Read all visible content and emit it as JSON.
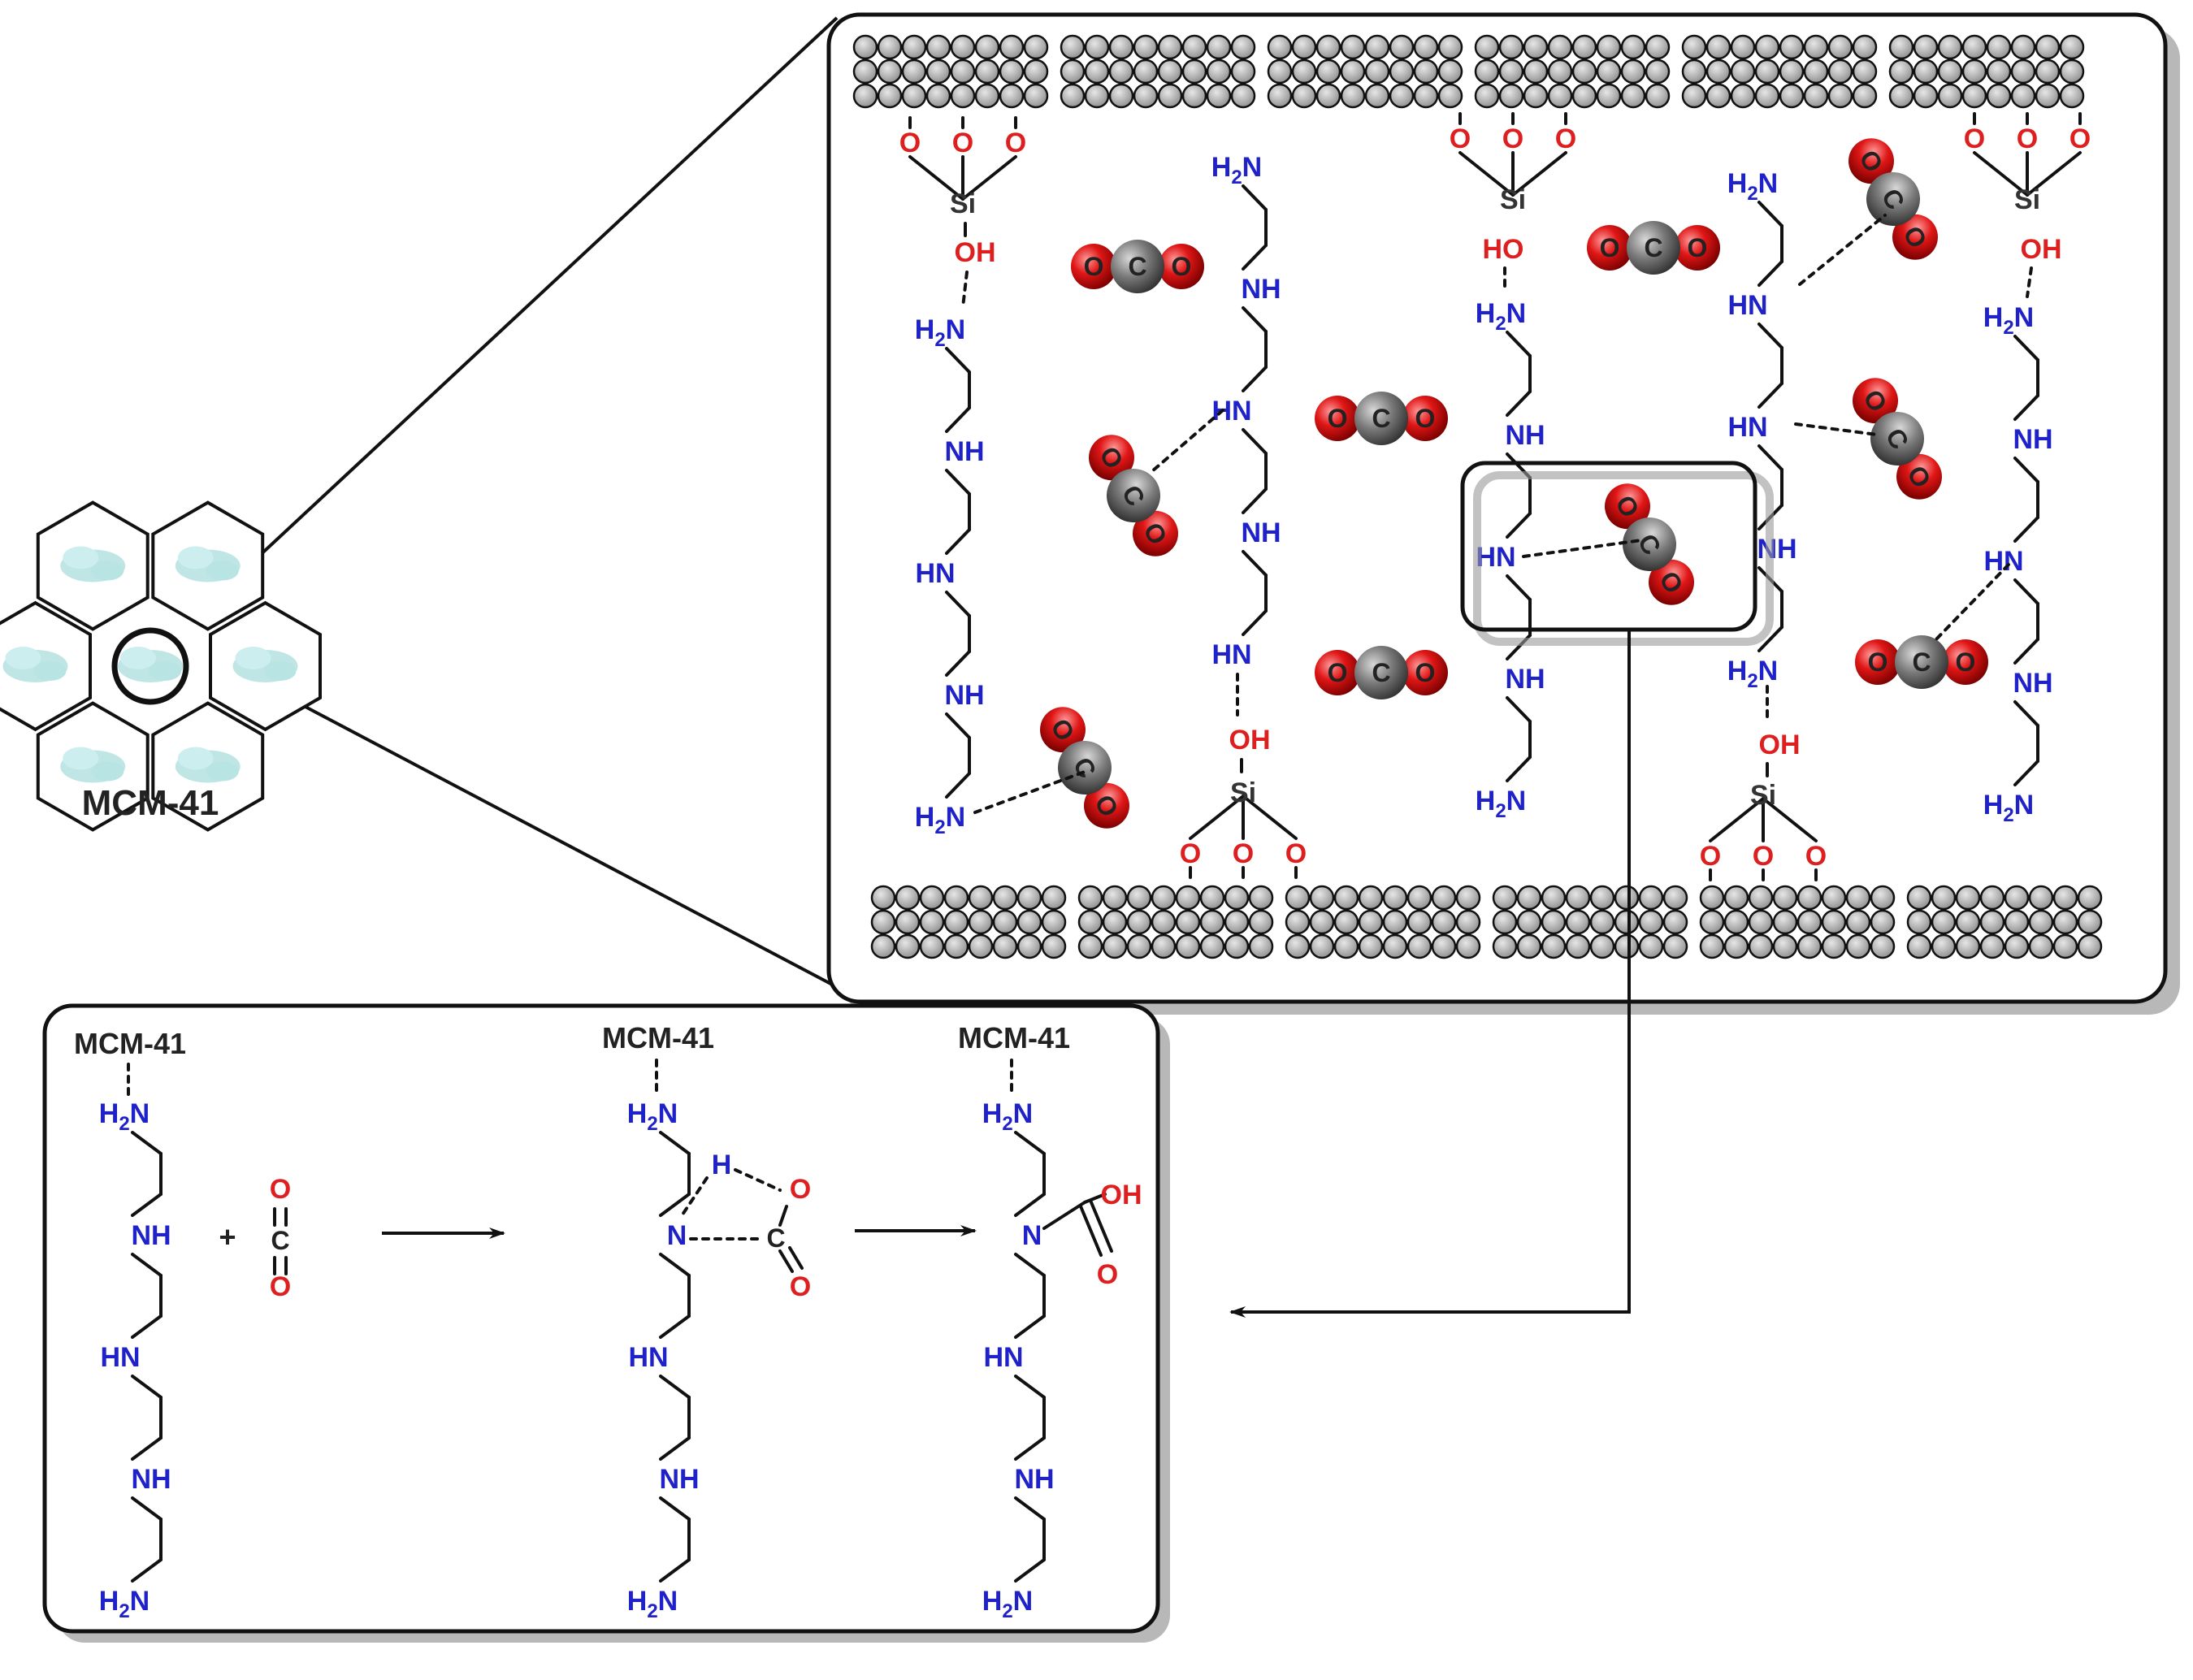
{
  "labels": {
    "mcm_main": "MCM-41",
    "mcm_r1": "MCM-41",
    "mcm_r2": "MCM-41",
    "mcm_r3": "MCM-41"
  },
  "atoms": {
    "h2n": "H2N",
    "nh": "NH",
    "hn": "HN",
    "n": "N",
    "h": "H",
    "o": "O",
    "c": "C",
    "oh": "OH",
    "ho": "HO",
    "si": "Si",
    "plus": "+"
  },
  "colors": {
    "amine": "#1f22c8",
    "oxygen": "#dd1f1f",
    "carbon_ball": "#7a7a7a",
    "oxygen_ball": "#d41414",
    "pore_fill": "#a9dcdc",
    "wall_ball": "#a0a0a0"
  }
}
